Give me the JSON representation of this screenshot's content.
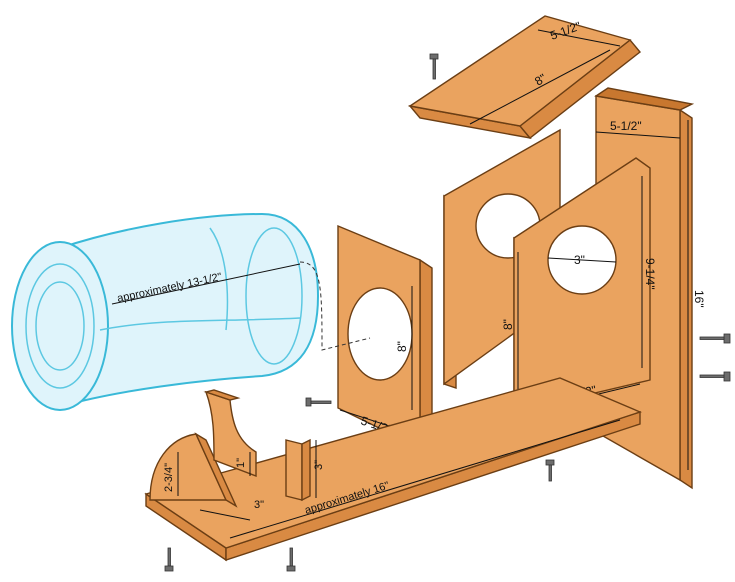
{
  "labels": {
    "roof_width": "5-1/2\"",
    "roof_length": "8\"",
    "back_width": "5-1/2\"",
    "back_height": "16\"",
    "front_height": "9-1/4\"",
    "front_side": "8\"",
    "front_hole": "3\"",
    "front_bottom": "5-1/2\"",
    "inner_height": "8\"",
    "inner_bottom": "5-1/2\"",
    "jar_length": "approximately 13-1/2\"",
    "cradle_height": "2-3/4\"",
    "cradle_width": "3\"",
    "cradle_mid_height": "1\"",
    "post_height": "3\"",
    "base_length": "approximately 16\""
  },
  "colors": {
    "wood": "#eaa35f",
    "wood_edge": "#d98a43",
    "outline": "#6b3e14",
    "glass": "#39b9d8"
  },
  "icons": [
    "screw-icon",
    "screw-icon",
    "screw-icon",
    "screw-icon",
    "screw-icon",
    "screw-icon",
    "screw-icon"
  ]
}
